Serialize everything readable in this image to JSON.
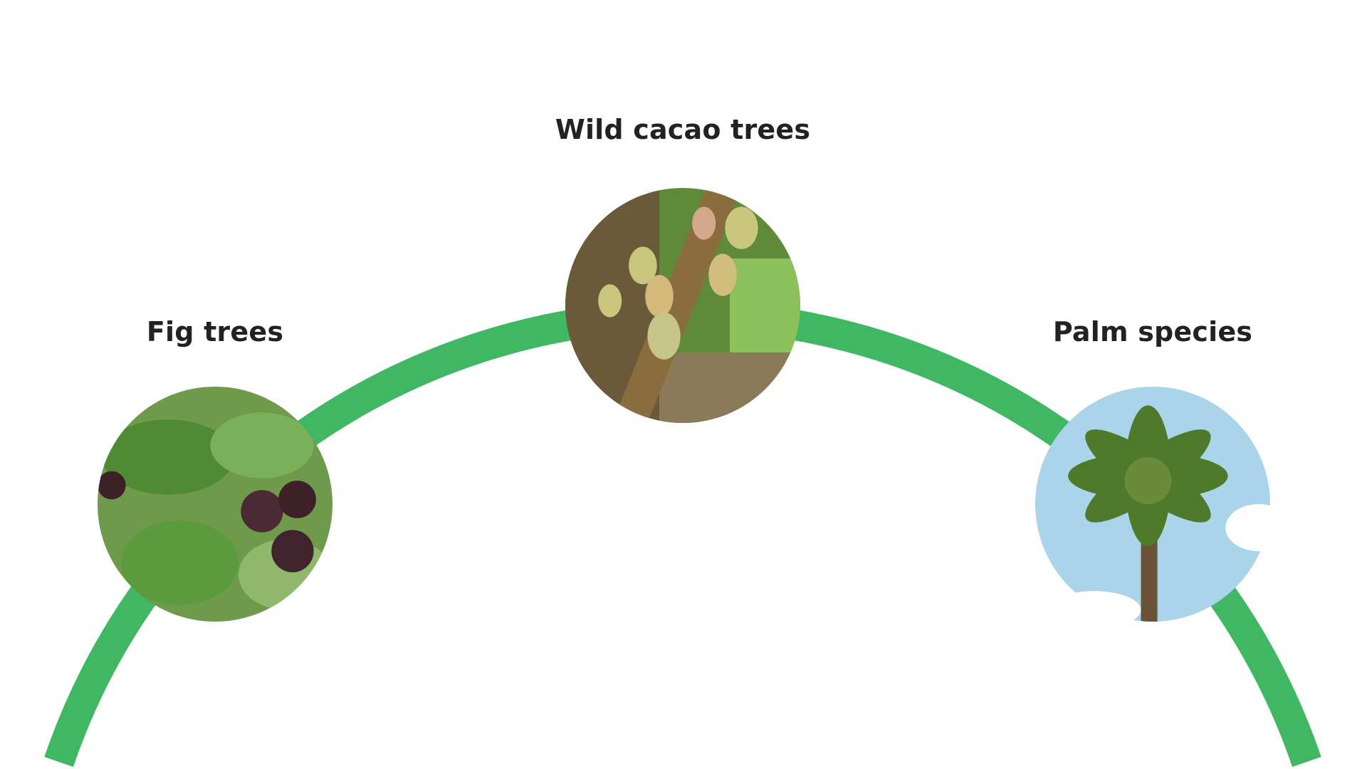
{
  "colors": {
    "arc": "#3fb763",
    "text": "#222222"
  },
  "items": [
    {
      "label": "Fig trees",
      "image": "fig-tree-photo"
    },
    {
      "label": "Wild cacao trees",
      "image": "cacao-tree-photo"
    },
    {
      "label": "Palm species",
      "image": "palm-tree-photo"
    }
  ]
}
